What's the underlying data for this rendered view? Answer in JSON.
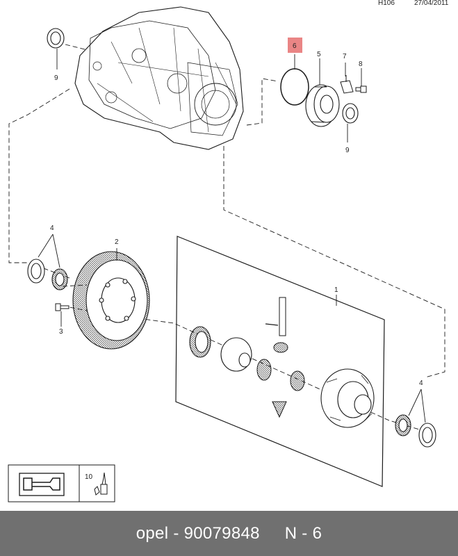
{
  "header": {
    "code": "H106",
    "date": "27/04/2011"
  },
  "callouts": {
    "c1": "1",
    "c2": "2",
    "c3": "3",
    "c4a": "4",
    "c4b": "4",
    "c5": "5",
    "c6": "6",
    "c7": "7",
    "c8": "8",
    "c9a": "9",
    "c9b": "9",
    "c10": "10"
  },
  "highlighted_callout": "6",
  "colors": {
    "highlight": "#ea8585",
    "footer_bg": "#707070",
    "footer_text": "#ffffff",
    "line": "#1a1a1a"
  },
  "legend": {
    "icons": [
      "workshop-manual-icon",
      "lubricant-bottle-icon"
    ]
  },
  "footer": {
    "brand": "opel",
    "separator": "-",
    "part_number": "90079848",
    "position": "N - 6"
  }
}
